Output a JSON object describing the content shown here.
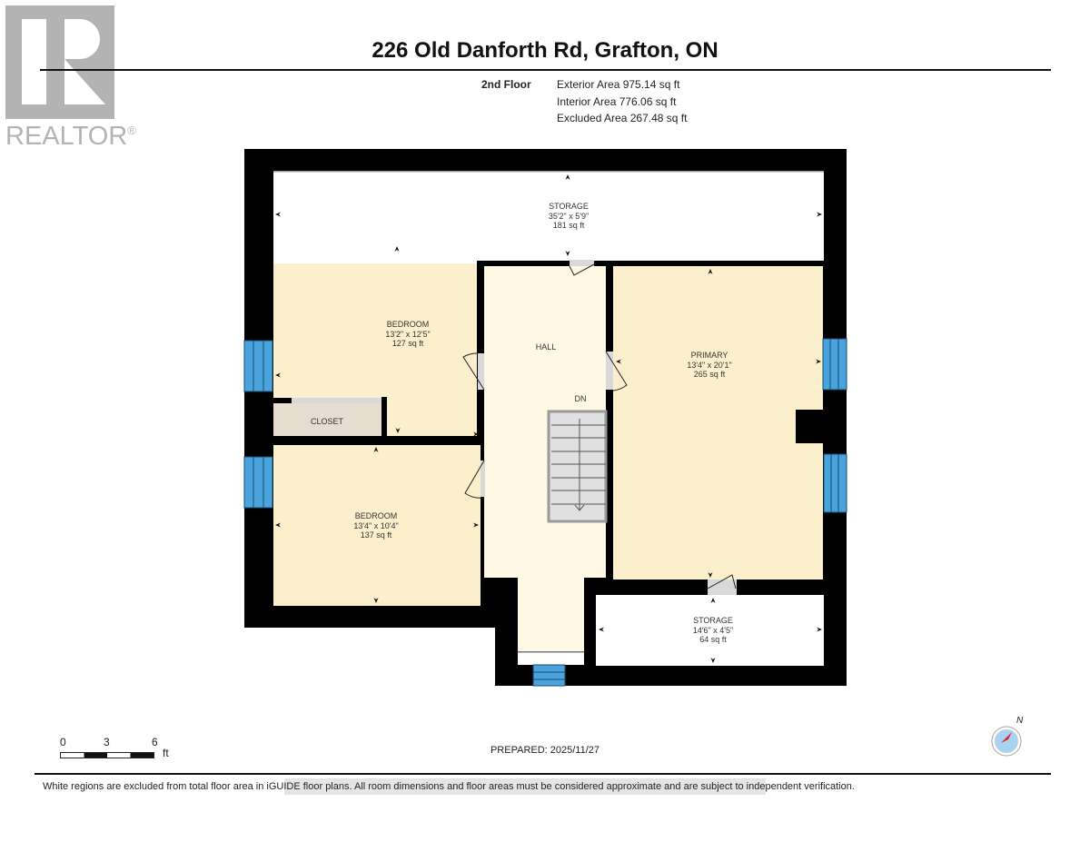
{
  "logo": {
    "text": "REALTOR",
    "mark": "®",
    "color": "#b3b3b3"
  },
  "header": {
    "title": "226 Old Danforth Rd, Grafton, ON"
  },
  "areas": {
    "floor": "2nd Floor",
    "exterior": "Exterior Area 975.14 sq ft",
    "interior": "Interior Area 776.06 sq ft",
    "excluded": "Excluded Area 267.48 sq ft"
  },
  "rooms": [
    {
      "name": "STORAGE",
      "dims": "35'2\" x 5'9\"",
      "area": "181 sq ft",
      "fill": "#ffffff"
    },
    {
      "name": "BEDROOM",
      "dims": "13'2\" x 12'5\"",
      "area": "127 sq ft",
      "fill": "#fcefcc"
    },
    {
      "name": "HALL",
      "fill": "#fef8e4"
    },
    {
      "name": "PRIMARY",
      "dims": "13'4\" x 20'1\"",
      "area": "265 sq ft",
      "fill": "#fcefcc"
    },
    {
      "name": "CLOSET",
      "fill": "#e6ddd0"
    },
    {
      "name": "BEDROOM",
      "dims": "13'4\" x 10'4\"",
      "area": "137 sq ft",
      "fill": "#fcefcc"
    },
    {
      "name": "STORAGE",
      "dims": "14'6\" x 4'5\"",
      "area": "64 sq ft",
      "fill": "#ffffff"
    }
  ],
  "stairs": {
    "label": "DN"
  },
  "colors": {
    "wall": "#000000",
    "window": "#4aa3dc",
    "door": "#d9d9d9"
  },
  "scale": {
    "ticks": [
      "0",
      "3",
      "6"
    ],
    "unit": "ft"
  },
  "compass": {
    "label": "N"
  },
  "prepared": "PREPARED: 2025/11/27",
  "footer": {
    "note": "White regions are excluded from total floor area in iGUIDE floor plans. All room dimensions and floor areas must be considered approximate and are subject to independent verification."
  }
}
